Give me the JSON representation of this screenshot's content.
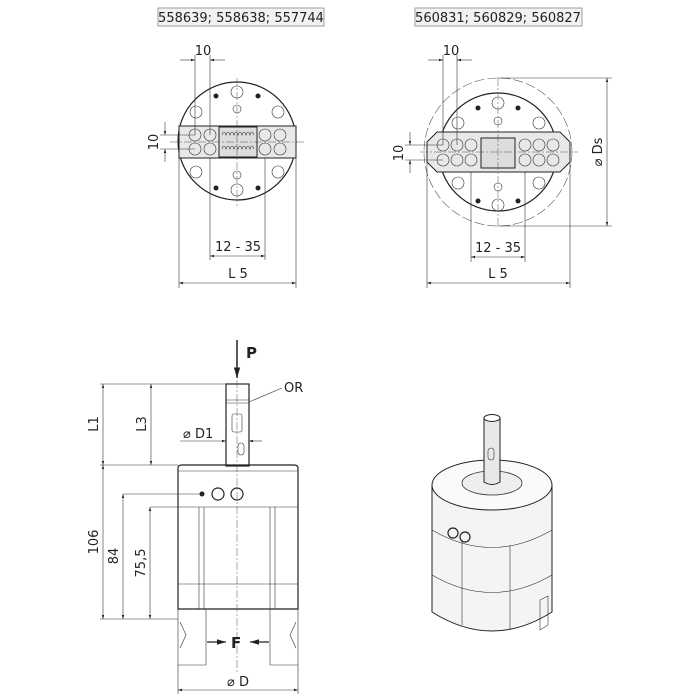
{
  "top_left_view": {
    "part_numbers": "558639; 558638; 557744",
    "dim_pitch_x": "10",
    "dim_pitch_y": "10",
    "dim_stroke": "12 - 35",
    "dim_length": "L 5"
  },
  "top_right_view": {
    "part_numbers": "560831; 560829; 560827",
    "dim_pitch_x": "10",
    "dim_pitch_y": "10",
    "dim_stroke": "12 - 35",
    "dim_length": "L 5",
    "dim_diameter": "⌀ Ds"
  },
  "side_view": {
    "pressure_label": "P",
    "oring_label": "OR",
    "dim_L1": "L1",
    "dim_L3": "L3",
    "dim_D1": "⌀ D1",
    "dim_height": "106",
    "dim_84": "84",
    "dim_75_5": "75,5",
    "force_label": "F",
    "dim_D": "⌀ D"
  }
}
